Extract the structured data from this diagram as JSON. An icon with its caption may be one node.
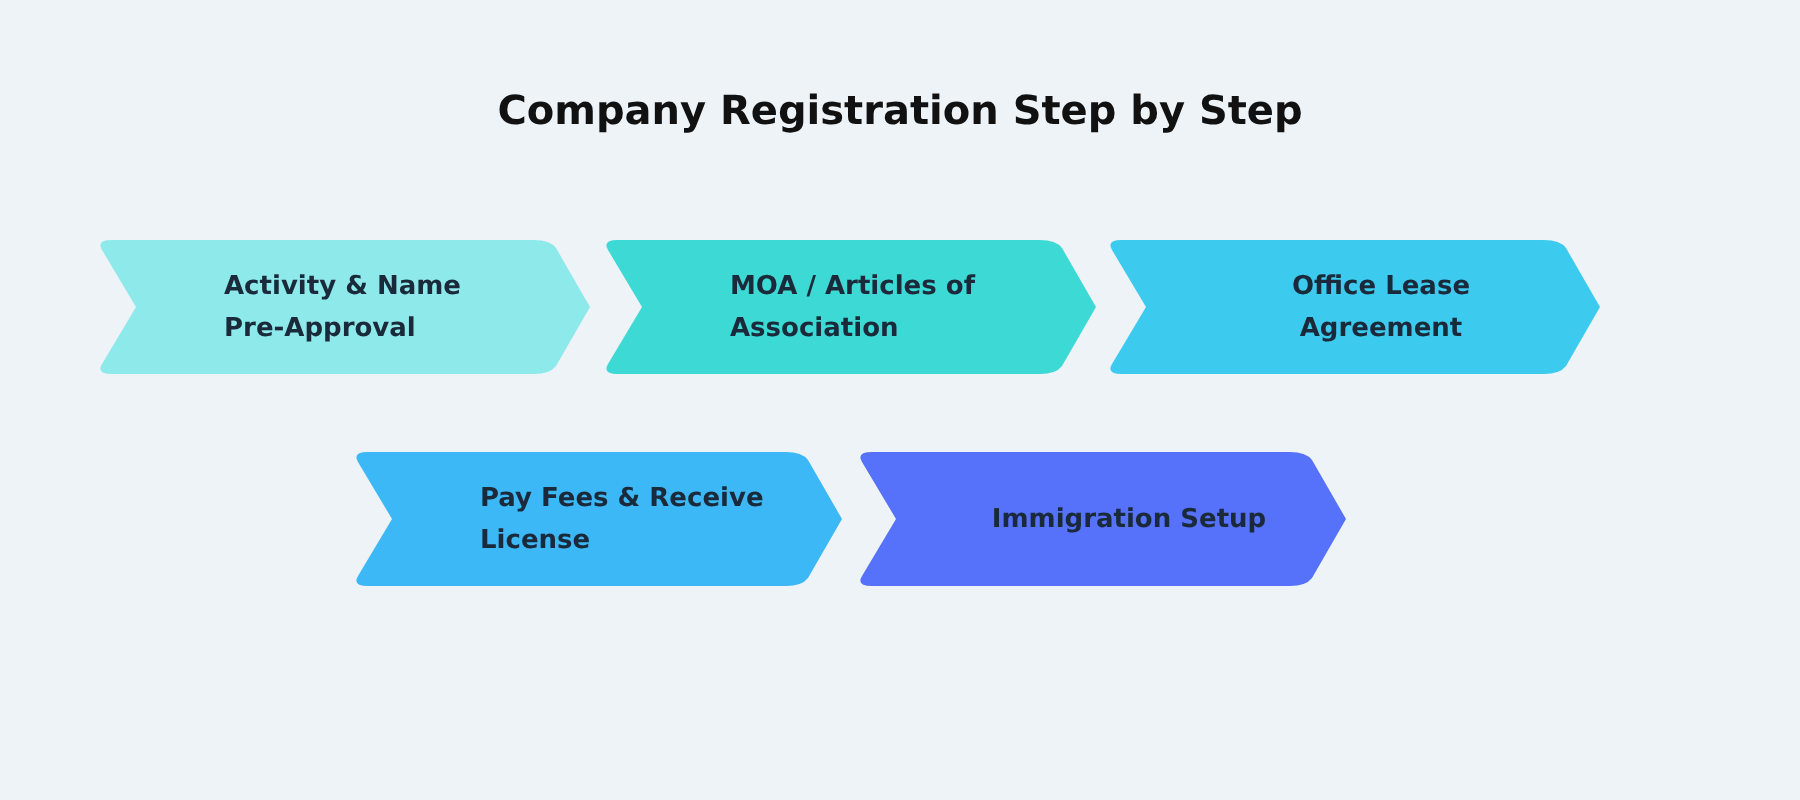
{
  "diagram": {
    "title": "Company Registration Step by Step",
    "nodes": [
      {
        "text": [
          "Activity & Name Pre-Approval"
        ]
      },
      {
        "text": [
          "MOA / Articles of Association"
        ]
      },
      {
        "text": [
          "Office Lease Agreement"
        ]
      },
      {
        "text": [
          "Pay Fees & Receive License"
        ]
      },
      {
        "text": [
          "Immigration Setup"
        ]
      }
    ]
  }
}
